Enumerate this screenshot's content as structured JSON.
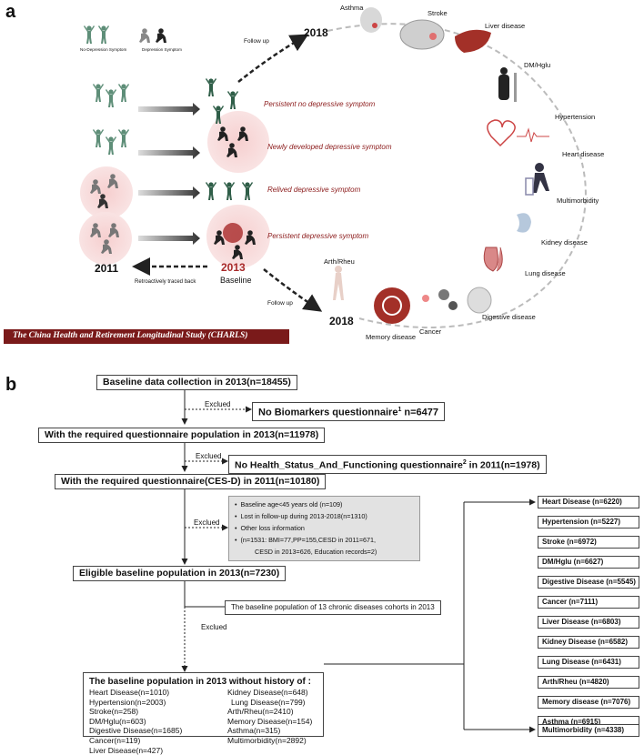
{
  "panel_a": {
    "letter": "a",
    "legend": {
      "no_depression": "No-Depression Symptom",
      "depression": "Depression Symptom"
    },
    "groups": [
      "Persistent no depressive symptom",
      "Newly developed depressive symptom",
      "Relived depressive symptom",
      "Persistent depressive symptom"
    ],
    "year_2011": "2011",
    "year_2013": "2013",
    "baseline": "Baseline",
    "retro": "Retroactively traced back",
    "follow_up_top": "Follow up",
    "follow_up_bottom": "Follow up",
    "year_2018_top": "2018",
    "year_2018_bottom": "2018",
    "diseases": {
      "asthma": "Asthma",
      "stroke": "Stroke",
      "liver": "Liver disease",
      "dm": "DM/Hglu",
      "hypertension": "Hypertension",
      "heart": "Heart disease",
      "multimorbidity": "Multimorbidity",
      "kidney": "Kidney disease",
      "lung": "Lung disease",
      "digestive": "Digestive disease",
      "cancer": "Cancer",
      "memory": "Memory disease",
      "arth": "Arth/Rheu"
    },
    "banner": "The China Health and Retirement Longitudinal Study (CHARLS)"
  },
  "panel_b": {
    "letter": "b",
    "baseline_collection": "Baseline data collection in 2013(n=18455)",
    "excluded_label_1": "Exclued",
    "excl1_prefix": "No Biomarkers questionnaire",
    "excl1_sup": "1",
    "excl1_suffix": " n=6477",
    "with_q_2013": "With the required questionnaire population in 2013(n=11978)",
    "excluded_label_2": "Exclued",
    "excl2_prefix": "No Health_Status_And_Functioning questionnaire",
    "excl2_sup": "2",
    "excl2_suffix": " in 2011(n=1978)",
    "with_q_2011": "With the required questionnaire(CES-D) in 2011(n=10180)",
    "excluded_label_3": "Exclued",
    "grey": [
      "Baseline age<45 years old (n=109)",
      "Lost in follow-up during 2013-2018(n=1310)",
      "Other loss information",
      "(n=1531: BMI=77,PP=155,CESD in 2011=671,",
      "CESD in 2013=626, Education records=2)"
    ],
    "eligible": "Eligible baseline population in 2013(n=7230)",
    "baseline_13": "The baseline population of 13 chronic diseases cohorts in 2013",
    "excluded_label_4": "Exclued",
    "without_title": "The baseline population in 2013 without  history of :",
    "without_left": [
      "Heart Disease(n=1010)",
      "Hypertension(n=2003)",
      "Stroke(n=258)",
      "DM/Hglu(n=603)",
      "Digestive Disease(n=1685)",
      "Cancer(n=119)",
      "Liver Disease(n=427)"
    ],
    "without_right": [
      "Kidney Disease(n=648)",
      "Lung Disease(n=799)",
      "Arth/Rheu(n=2410)",
      "Memory Disease(n=154)",
      "Asthma(n=315)",
      "Multimorbidity(n=2892)"
    ],
    "cohorts": [
      "Heart Disease (n=6220)",
      "Hypertension (n=5227)",
      "Stroke (n=6972)",
      "DM/Hglu (n=6627)",
      "Digestive Disease (n=5545)",
      "Cancer (n=7111)",
      "Liver Disease (n=6803)",
      "Kidney Disease (n=6582)",
      "Lung Disease (n=6431)",
      "Arth/Rheu (n=4820)",
      "Memory disease (n=7076)",
      "Asthma (n=6915)",
      "Multimorbidity (n=4338)"
    ]
  }
}
